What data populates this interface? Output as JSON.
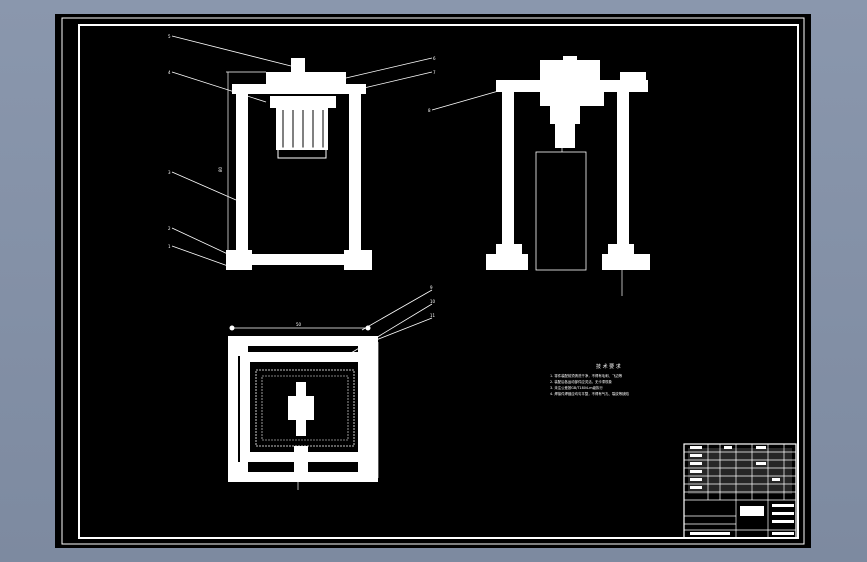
{
  "drawing": {
    "background": "#000000",
    "line_color": "#ffffff",
    "viewport_color": "#8a97ad",
    "front_view": {
      "part_callouts": [
        "1",
        "2",
        "3",
        "4",
        "5",
        "6",
        "7"
      ],
      "dimension_label": "80"
    },
    "side_view": {
      "part_callouts": [
        "8"
      ]
    },
    "top_view": {
      "part_callouts": [
        "9",
        "10",
        "11"
      ],
      "dimension_label": "50"
    },
    "technical_requirements": {
      "title": "技 术 要 求",
      "items": [
        "1. 零件装配前须清洗干净，不得有毛刺、飞边等",
        "2. 装配后各运动部件应灵活，无卡滞现象",
        "3. 未注公差按GB/T1804-m级执行",
        "4. 焊接件焊缝应均匀平整，不得有气孔、裂纹等缺陷"
      ]
    },
    "title_block": {
      "rows": 7
    }
  }
}
